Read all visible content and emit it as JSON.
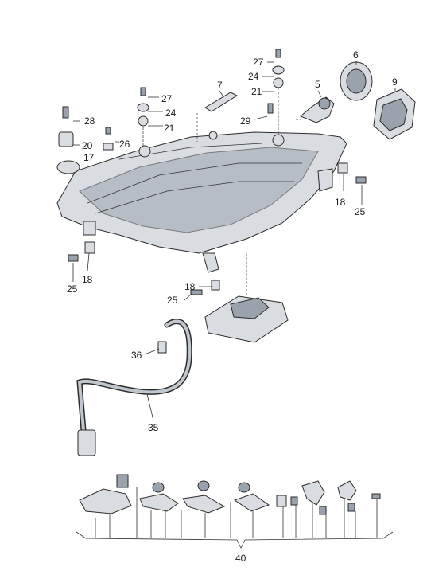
{
  "diagram": {
    "callouts": [
      "27",
      "24",
      "21",
      "5",
      "6",
      "9",
      "7",
      "27",
      "24",
      "21",
      "28",
      "26",
      "20",
      "17",
      "29",
      "18",
      "25",
      "18",
      "25",
      "18",
      "25",
      "36",
      "35",
      "40"
    ]
  },
  "colors": {
    "line": "#2b2b2b",
    "part_fill": "#d9dde2",
    "part_dark": "#9aa3ad",
    "background": "#ffffff"
  }
}
